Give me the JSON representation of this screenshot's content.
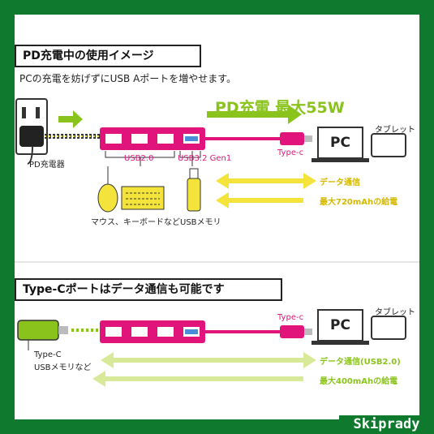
{
  "section1": {
    "title": "PD充電中の使用イメージ",
    "subtitle": "PCの充電を妨げずにUSB Aポートを増やせます。",
    "headline": "PD充電 最大55W",
    "charger_label": "PD充電器",
    "usb2_label": "USB2.0",
    "usb3_label": "USB3.2 Gen1",
    "typec_label": "Type-c",
    "pc_label": "PC",
    "tablet_label": "タブレット",
    "mouse_kb_label": "マウス、キーボードなど",
    "usbmem_label": "USBメモリ",
    "arrow1_label": "データ通信",
    "arrow2_label": "最大720mAhの給電"
  },
  "section2": {
    "title": "Type-Cポートはデータ通信も可能です",
    "typec_label": "Type-c",
    "pc_label": "PC",
    "tablet_label": "タブレット",
    "device_label1": "Type-C",
    "device_label2": "USBメモリなど",
    "arrow1_label": "データ通信(USB2.0)",
    "arrow2_label": "最大400mAhの給電"
  },
  "watermark": "Skiprady",
  "colors": {
    "frame": "#0f7a2d",
    "hub": "#e0147a",
    "accent_green": "#8bc31d",
    "yellow": "#f3e33a",
    "light_green": "#d8ea9a"
  }
}
